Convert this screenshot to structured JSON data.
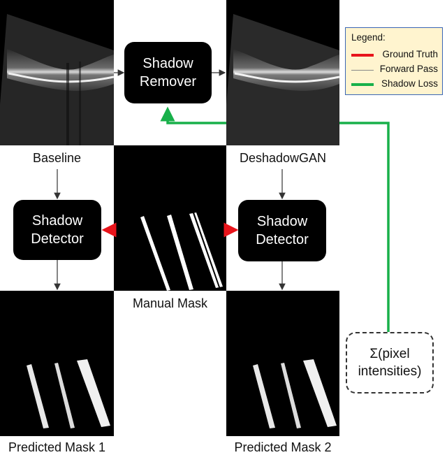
{
  "nodes": {
    "shadow_remover": [
      "Shadow",
      "Remover"
    ],
    "shadow_detector_left": [
      "Shadow",
      "Detector"
    ],
    "shadow_detector_right": [
      "Shadow",
      "Detector"
    ],
    "sum_box": [
      "Σ(pixel",
      "intensities)"
    ]
  },
  "labels": {
    "baseline": "Baseline",
    "deshadowgan": "DeshadowGAN",
    "manual_mask": "Manual Mask",
    "predicted_mask_1": "Predicted Mask 1",
    "predicted_mask_2": "Predicted Mask 2"
  },
  "legend": {
    "title": "Legend:",
    "items": [
      {
        "label": "Ground Truth",
        "color": "#e8141b",
        "style": "thick"
      },
      {
        "label": "Forward Pass",
        "color": "#888888",
        "style": "thin"
      },
      {
        "label": "Shadow Loss",
        "color": "#18b04a",
        "style": "thick"
      }
    ]
  },
  "colors": {
    "ground_truth": "#e8141b",
    "forward_pass": "#333333",
    "shadow_loss": "#18b04a"
  }
}
